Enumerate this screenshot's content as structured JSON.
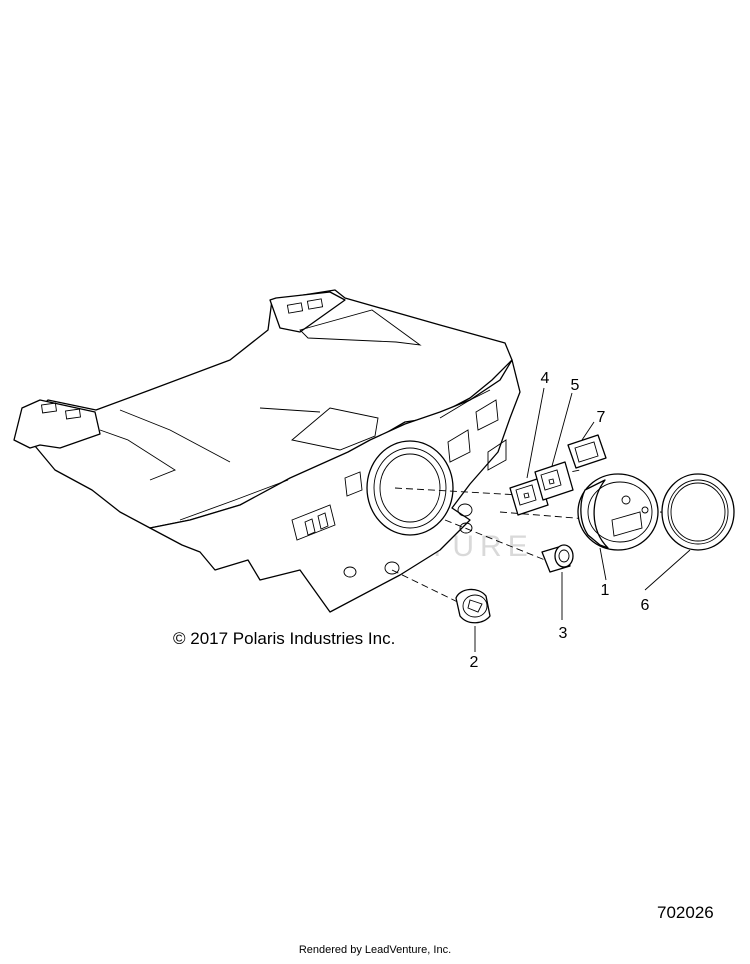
{
  "copyright": "© 2017 Polaris Industries Inc.",
  "drawing_number": "702026",
  "rendered_by": "Rendered by LeadVenture, Inc.",
  "watermark": "LEADVENTURE",
  "callouts": [
    "1",
    "2",
    "3",
    "4",
    "5",
    "6",
    "7"
  ],
  "line_color": "#000000",
  "watermark_color": "#d9d9d9"
}
